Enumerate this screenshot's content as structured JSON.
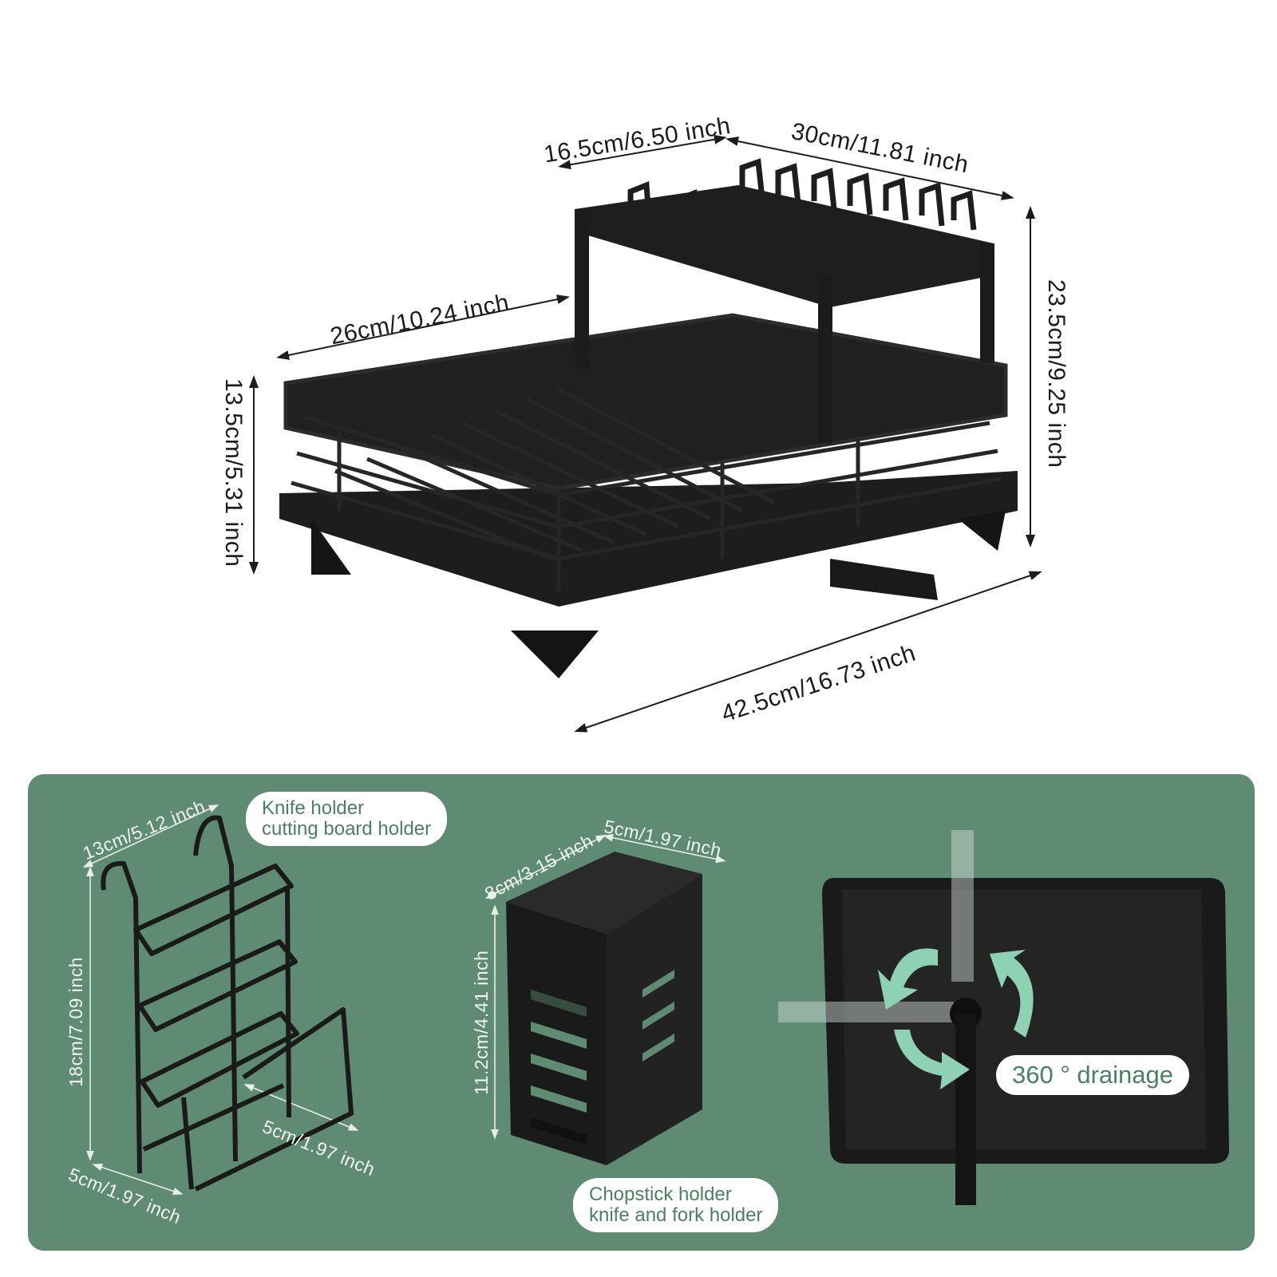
{
  "main_rack": {
    "top_depth": "16.5cm/6.50 inch",
    "top_width": "30cm/11.81 inch",
    "base_depth": "26cm/10.24 inch",
    "base_height": "13.5cm/5.31 inch",
    "total_height": "23.5cm/9.25 inch",
    "total_width": "42.5cm/16.73 inch"
  },
  "knife_holder": {
    "label_line1": "Knife holder",
    "label_line2": "cutting board holder",
    "width": "13cm/5.12 inch",
    "height": "18cm/7.09 inch",
    "depth_bottom": "5cm/1.97 inch",
    "slot": "5cm/1.97 inch"
  },
  "utensil_holder": {
    "label_line1": "Chopstick holder",
    "label_line2": "knife and fork holder",
    "width": "8cm/3.15 inch",
    "depth": "5cm/1.97 inch",
    "height": "11.2cm/4.41 inch"
  },
  "drain_tray": {
    "label": "360 ° drainage"
  },
  "colors": {
    "panel": "#5e8b71",
    "pill_text": "#4f7f63",
    "product": "#1b1b1b",
    "arrow": "#8fd1b4"
  }
}
